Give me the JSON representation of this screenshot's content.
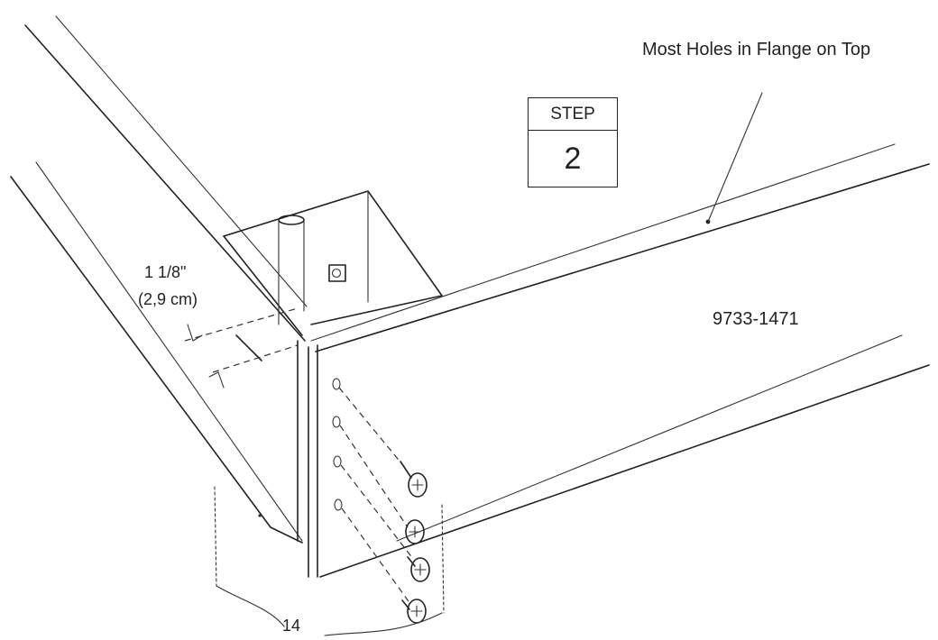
{
  "callout": {
    "text": "Most Holes in Flange on Top"
  },
  "step": {
    "label": "STEP",
    "number": "2"
  },
  "dimension": {
    "imperial": "1 1/8\"",
    "metric": "(2,9 cm)"
  },
  "part_number": "9733-1471",
  "post_label": "14"
}
